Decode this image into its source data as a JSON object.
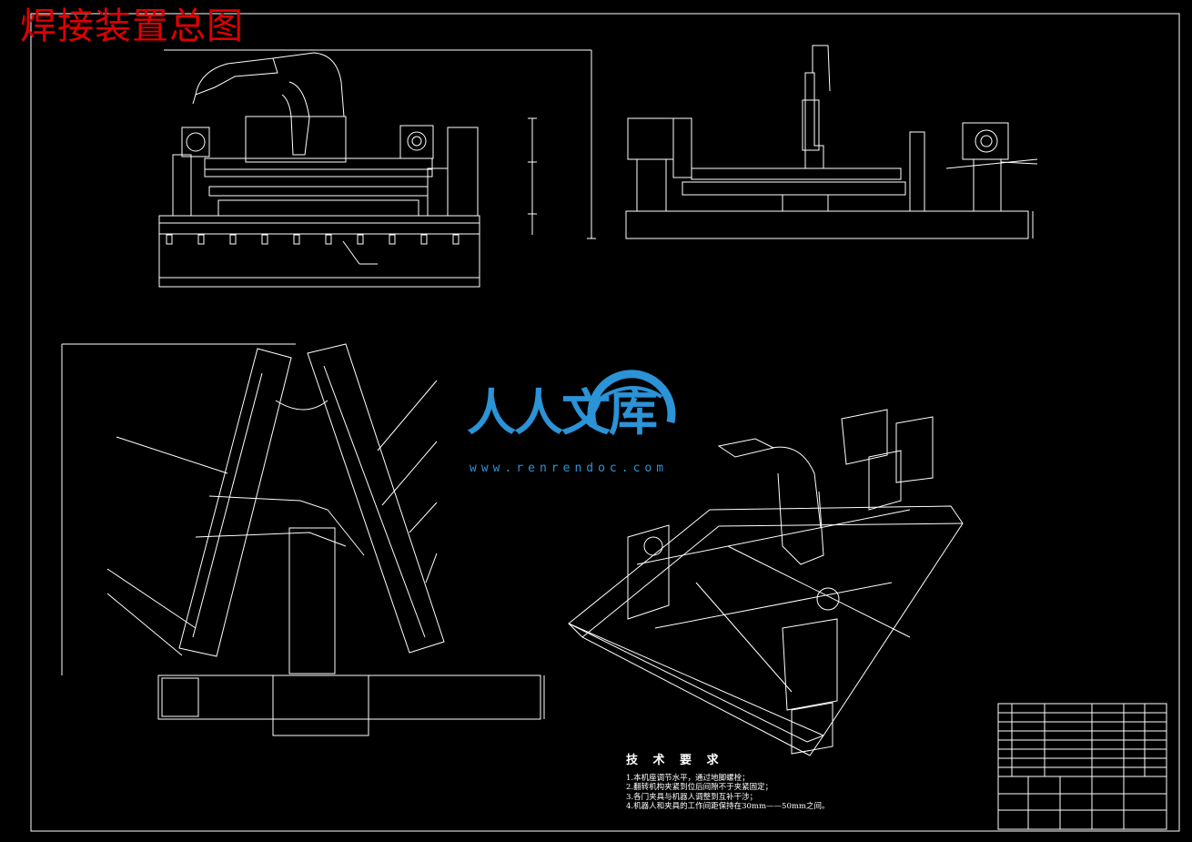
{
  "title": "焊接装置总图",
  "watermark": {
    "brand": "人人文库",
    "url": "www.renrendoc.com"
  },
  "technical_requirements": {
    "heading": "技 术 要 求",
    "notes": [
      "1.本机座调节水平，通过地脚螺栓；",
      "2.翻转机构夹紧到位后间隙不于夹紧固定；",
      "3.各门夹具与机器人调整到互补干涉；",
      "4.机器人和夹具的工作间距保持在30mm——50mm之间。"
    ]
  },
  "colors": {
    "background": "#000000",
    "lines": "#ffffff",
    "title": "#e00000",
    "watermark": "#2b93d6"
  }
}
